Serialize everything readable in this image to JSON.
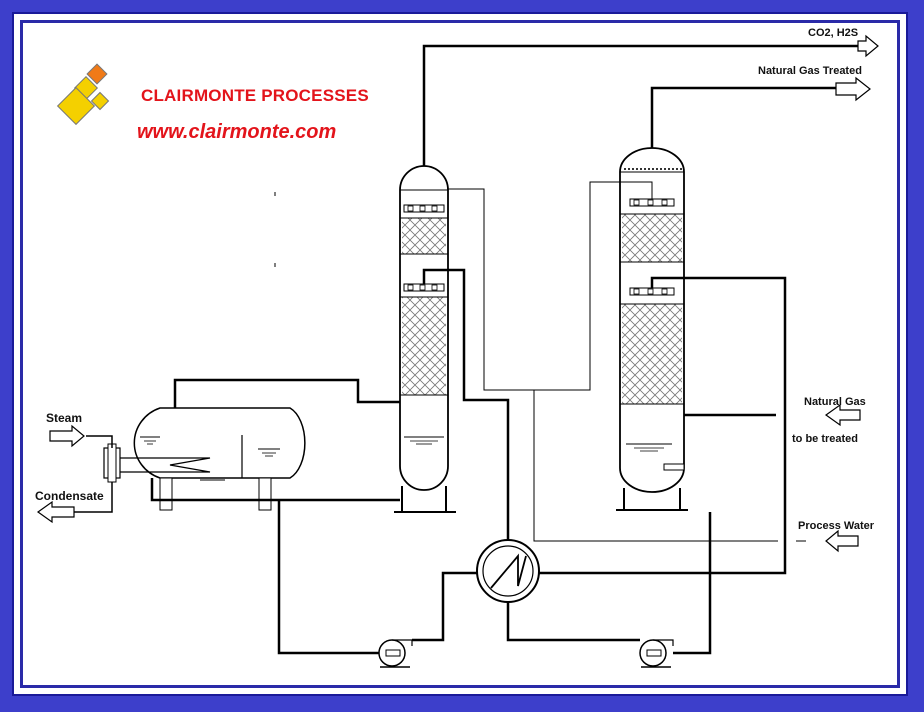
{
  "brand": {
    "name": "CLAIRMONTE PROCESSES",
    "url": "www.clairmonte.com",
    "brand_color": "#e3141b",
    "logo_icon": "diamond-tiles-logo-icon"
  },
  "streams": {
    "co2_h2s": "CO2, H2S",
    "natural_gas_treated": "Natural Gas Treated",
    "natural_gas": "Natural Gas",
    "to_be_treated": "to be treated",
    "process_water": "Process Water",
    "steam": "Steam",
    "condensate": "Condensate"
  },
  "colors": {
    "frame": "#3d3fcb",
    "line": "#000000",
    "packing": "#888888"
  }
}
